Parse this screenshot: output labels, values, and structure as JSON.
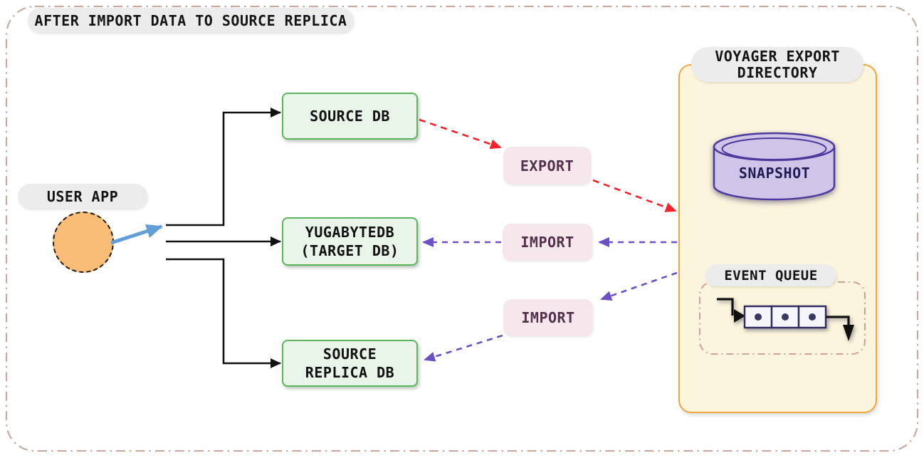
{
  "diagram": {
    "title": "AFTER IMPORT DATA TO SOURCE REPLICA",
    "user_app": {
      "label": "USER APP"
    },
    "databases": {
      "source_db": {
        "label": "SOURCE DB"
      },
      "target_db": {
        "line1": "YUGABYTEDB",
        "line2": "(TARGET DB)"
      },
      "source_replica_db": {
        "line1": "SOURCE",
        "line2": "REPLICA DB"
      }
    },
    "operations": {
      "export": {
        "label": "EXPORT"
      },
      "import_to_target": {
        "label": "IMPORT"
      },
      "import_to_replica": {
        "label": "IMPORT"
      }
    },
    "voyager": {
      "title_line1": "VOYAGER EXPORT",
      "title_line2": "DIRECTORY",
      "snapshot": {
        "label": "SNAPSHOT"
      },
      "event_queue": {
        "label": "EVENT QUEUE"
      }
    },
    "colors": {
      "db_box_fill": "#eaf5e9",
      "db_box_border": "#5cb55e",
      "operation_fill": "#f6e7ed",
      "operation_text": "#54314a",
      "panel_fill": "#fcf5dd",
      "panel_border": "#efa73d",
      "label_pill_fill": "#ececec",
      "user_app_fill": "#f9bd77",
      "snapshot_fill": "#cfc5e9",
      "snapshot_border": "#4c3a9c",
      "export_arrow": "#f3222c",
      "import_arrow": "#6a4fc5",
      "user_arrow": "#639fd7",
      "flow_line": "#111111",
      "outer_border": "#c6ab9f",
      "queue_frame_border": "#d0a095"
    }
  }
}
